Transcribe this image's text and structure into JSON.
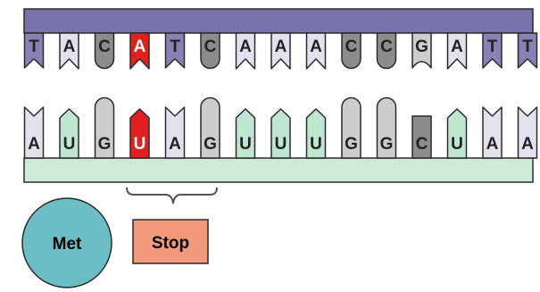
{
  "colors": {
    "backbone_top": "#7873AD",
    "backbone_bottom": "#CDEBD5",
    "stroke": "#2A2A2A",
    "A": "#E4E1EF",
    "T": "#8A80B6",
    "C": "#8C8C8C",
    "G": "#CDCDCD",
    "U": "#BFE6D0",
    "highlight": "#E0201E",
    "met_circle": "#6BBFC4",
    "stop_box": "#F2997C",
    "bracket": "#555555"
  },
  "dna_strand": {
    "bases": [
      "T",
      "A",
      "C",
      "A",
      "T",
      "C",
      "A",
      "A",
      "A",
      "C",
      "C",
      "G",
      "A",
      "T",
      "T"
    ],
    "highlight_index": 3
  },
  "mrna_strand": {
    "bases": [
      "A",
      "U",
      "G",
      "U",
      "A",
      "G",
      "U",
      "U",
      "U",
      "G",
      "G",
      "C",
      "U",
      "A",
      "A"
    ],
    "highlight_index": 3
  },
  "met_label": "Met",
  "stop_label": "Stop"
}
